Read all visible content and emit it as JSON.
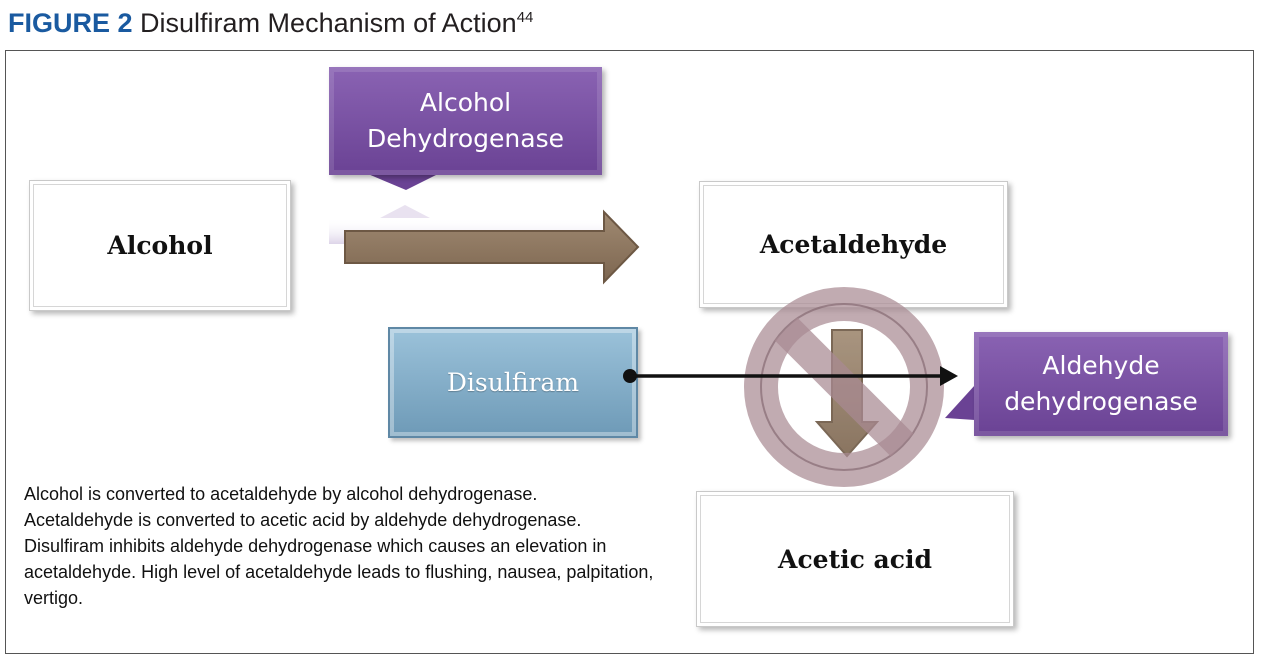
{
  "figure": {
    "label": "FIGURE 2",
    "title": "Disulfiram Mechanism of Action",
    "reference": "44"
  },
  "nodes": {
    "alcohol": "Alcohol",
    "acetaldehyde": "Acetaldehyde",
    "acetic_acid": "Acetic acid",
    "disulfiram": "Disulfiram"
  },
  "enzymes": {
    "alcohol_dehydrogenase": [
      "Alcohol",
      "Dehydrogenase"
    ],
    "aldehyde_dehydrogenase": [
      "Aldehyde",
      "dehydrogenase"
    ]
  },
  "caption": [
    "Alcohol is converted to acetaldehyde by alcohol dehydrogenase.",
    "Acetaldehyde is converted to acetic acid by aldehyde dehydrogenase.",
    "Disulfiram inhibits aldehyde dehydrogenase which causes an elevation in acetaldehyde. High level of acetaldehyde leads to flushing, nausea, palpitation, vertigo."
  ],
  "colors": {
    "figure_label": "#1a5aa0",
    "enzyme_purple": "#7450a0",
    "disulfiram_blue": "#86b0cc",
    "reaction_arrow": "#8b735a",
    "inhibition_symbol": "#b89aa3"
  },
  "icons": {
    "inhibition": "prohibition-icon"
  }
}
